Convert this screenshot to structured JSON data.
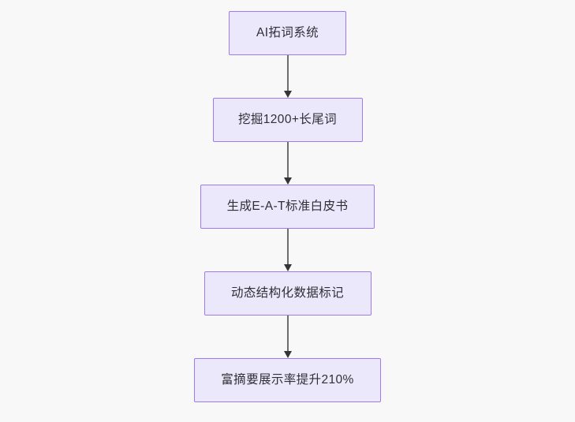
{
  "diagram": {
    "type": "flowchart",
    "direction": "top-to-bottom",
    "background_color": "#f8f8f8",
    "node_fill_color": "#ebe8fc",
    "node_border_color": "#9f7bea",
    "node_text_color": "#2f2f36",
    "connector_color": "#6d6d6d",
    "arrowhead_color": "#333338",
    "nodes": [
      {
        "id": "n1",
        "label": "AI拓词系统"
      },
      {
        "id": "n2",
        "label": "挖掘1200+长尾词"
      },
      {
        "id": "n3",
        "label": "生成E-A-T标准白皮书"
      },
      {
        "id": "n4",
        "label": "动态结构化数据标记"
      },
      {
        "id": "n5",
        "label": "富摘要展示率提升210%"
      }
    ],
    "edges": [
      {
        "from": "n1",
        "to": "n2",
        "label": ""
      },
      {
        "from": "n2",
        "to": "n3",
        "label": ""
      },
      {
        "from": "n3",
        "to": "n4",
        "label": ""
      },
      {
        "from": "n4",
        "to": "n5",
        "label": ""
      }
    ]
  }
}
